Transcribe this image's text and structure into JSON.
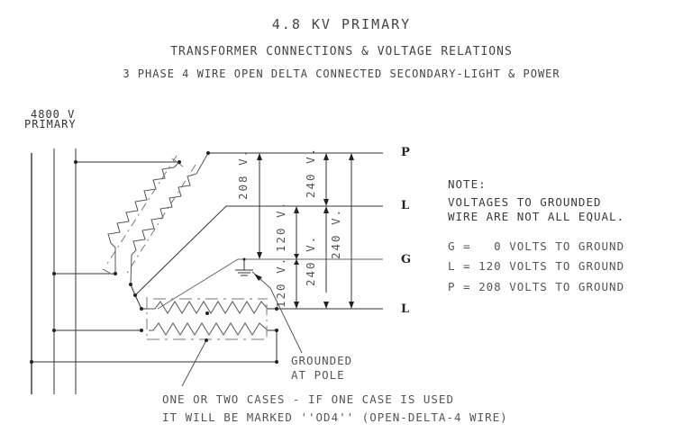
{
  "header": {
    "title": "4.8 KV PRIMARY",
    "subtitle": "TRANSFORMER CONNECTIONS & VOLTAGE RELATIONS",
    "description": "3 PHASE 4 WIRE OPEN DELTA CONNECTED SECONDARY-LIGHT & POWER"
  },
  "primary": {
    "voltage": "4800 V",
    "label": "PRIMARY"
  },
  "terminals": {
    "p": "P",
    "l_upper": "L",
    "g": "G",
    "l_lower": "L"
  },
  "dimensions": {
    "p_to_g": "208 V.",
    "p_to_l_upper": "240 V.",
    "l_upper_to_g": "120 V.",
    "g_to_l_lower": "120 V.",
    "l_upper_to_l_lower_inner": "240 V.",
    "p_to_l_lower": "240 V."
  },
  "note": {
    "heading": "NOTE:",
    "line1": "VOLTAGES TO GROUNDED",
    "line2": "WIRE ARE NOT ALL EQUAL.",
    "g_row": "G =   0 VOLTS TO GROUND",
    "l_row": "L = 120 VOLTS TO GROUND",
    "p_row": "P = 208 VOLTS TO GROUND"
  },
  "annotations": {
    "grounded_line1": "GROUNDED",
    "grounded_line2": "AT POLE",
    "cases_line1": "ONE OR TWO CASES - IF ONE CASE IS USED",
    "cases_line2": "IT WILL BE MARKED ''OD4'' (OPEN-DELTA-4 WIRE)"
  },
  "colors": {
    "line": "#333333",
    "text": "#3a3a3a",
    "background": "#ffffff"
  }
}
